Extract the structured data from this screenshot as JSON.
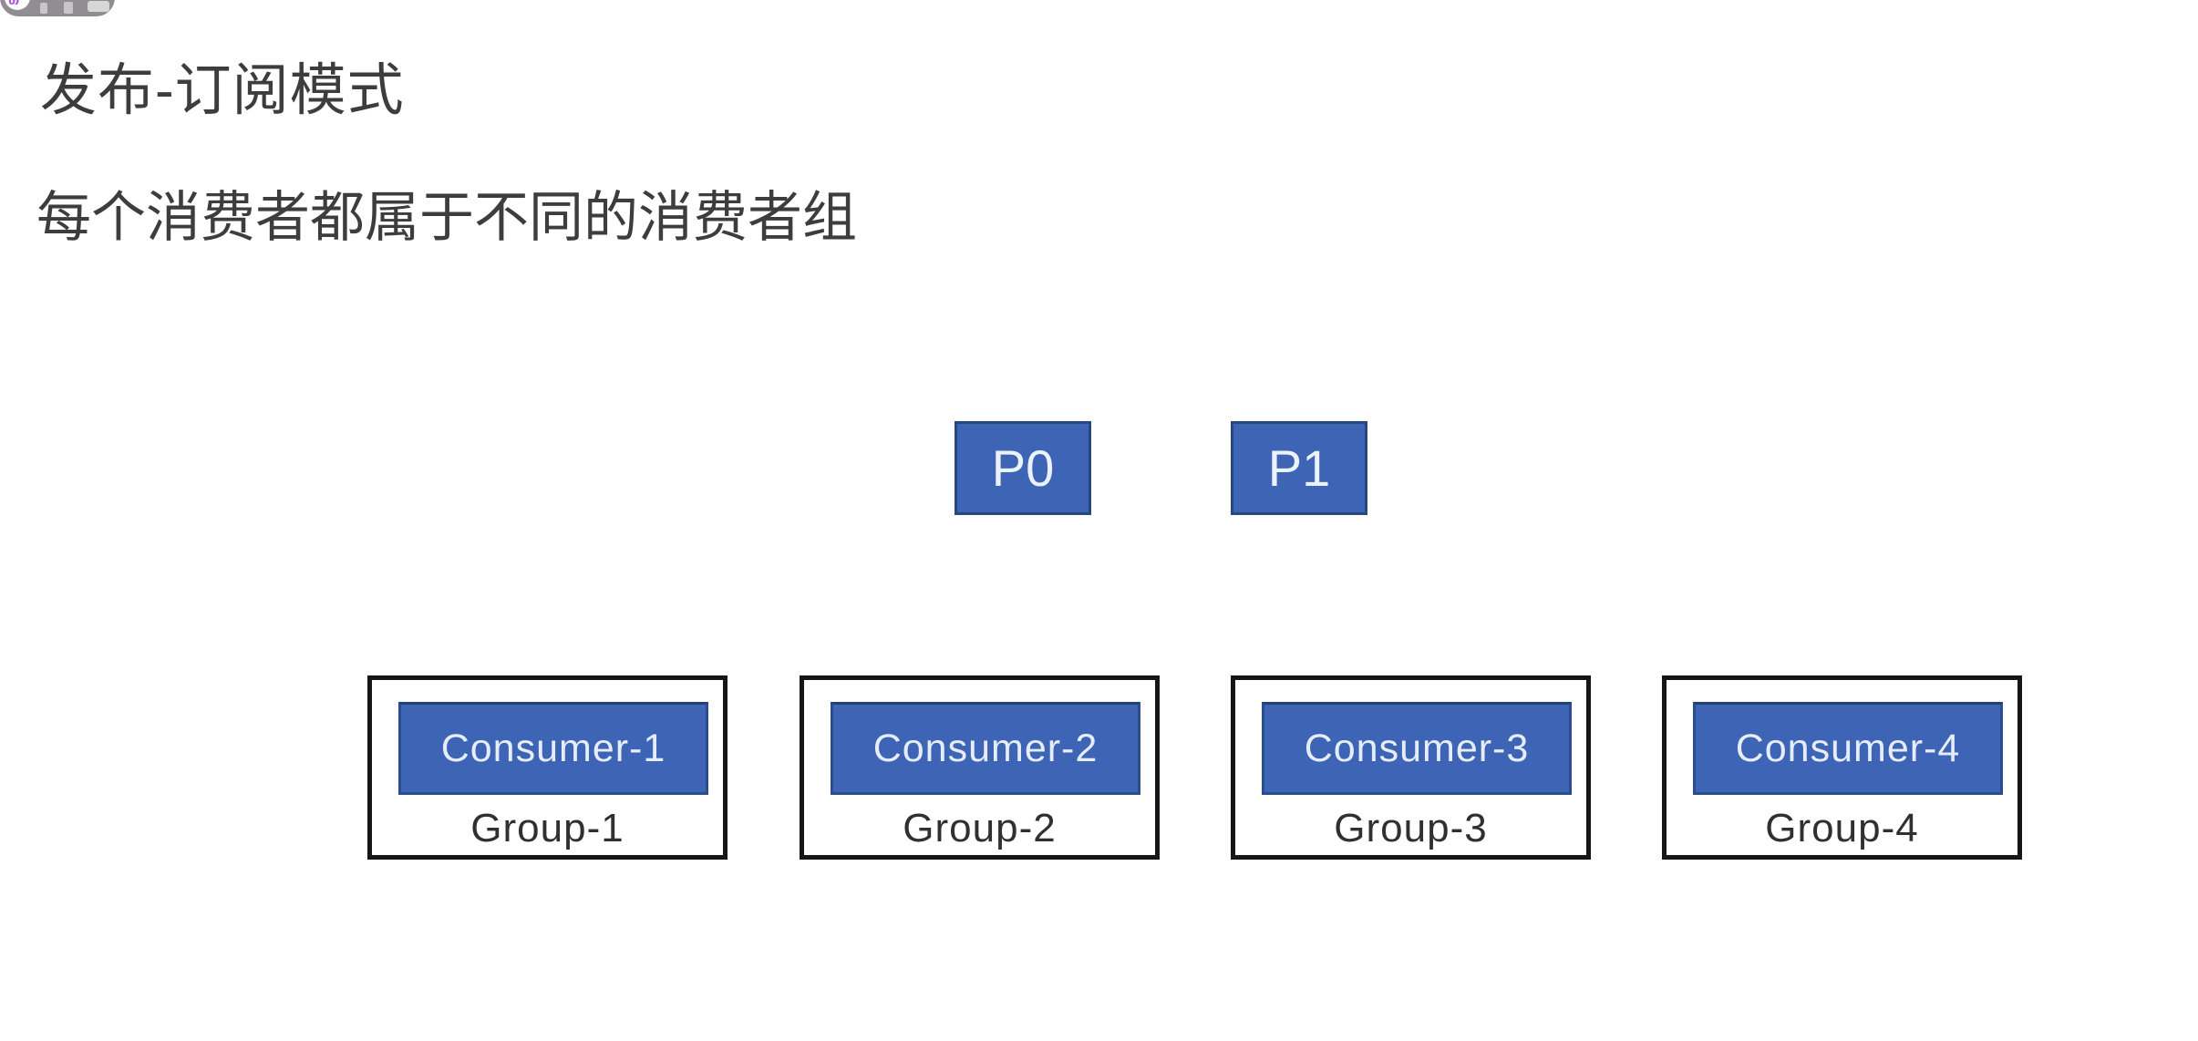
{
  "title": "发布-订阅模式",
  "subtitle": "每个消费者都属于不同的消费者组",
  "partitions": [
    {
      "label": "P0"
    },
    {
      "label": "P1"
    }
  ],
  "groups": [
    {
      "consumer": "Consumer-1",
      "group": "Group-1"
    },
    {
      "consumer": "Consumer-2",
      "group": "Group-2"
    },
    {
      "consumer": "Consumer-3",
      "group": "Group-3"
    },
    {
      "consumer": "Consumer-4",
      "group": "Group-4"
    }
  ],
  "colors": {
    "blue": "#3d64b5",
    "blue-border": "#27477f",
    "box-border": "#161616",
    "text-dark": "#3d3d3d",
    "consumer-text": "#e6edf9",
    "pill-gray": "#8d898d",
    "logo-purple": "#a855d8"
  }
}
